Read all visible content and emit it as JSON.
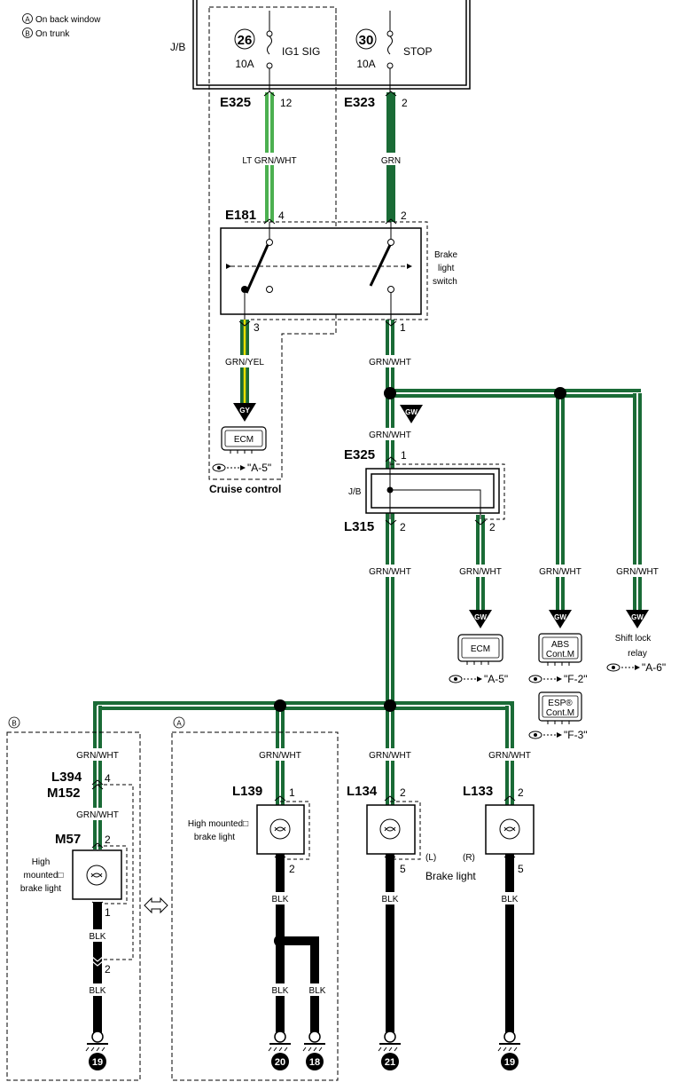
{
  "legend": {
    "a": "On back window",
    "b": "On trunk",
    "a_mark": "A",
    "b_mark": "B"
  },
  "jb_top": {
    "label": "J/B",
    "fuse1": {
      "number": "26",
      "rating": "10A",
      "name": "IG1 SIG"
    },
    "fuse2": {
      "number": "30",
      "rating": "10A",
      "name": "STOP"
    }
  },
  "connectors": {
    "e325_top": {
      "name": "E325",
      "pin": "12"
    },
    "e323": {
      "name": "E323",
      "pin": "2"
    },
    "e181": {
      "name": "E181",
      "pin_in1": "4",
      "pin_in2": "2",
      "pin_out1": "3",
      "pin_out2": "1"
    },
    "e325_mid": {
      "name": "E325",
      "pin": "1"
    },
    "l315": {
      "name": "L315",
      "pin": "2",
      "pin2": "2"
    },
    "l394": {
      "name": "L394",
      "pin": "4"
    },
    "m152": {
      "name": "M152"
    },
    "m57": {
      "name": "M57",
      "pin_top": "2",
      "pin_bottom": "1",
      "pin_low": "2"
    },
    "l139": {
      "name": "L139",
      "pin_top": "1",
      "pin_bottom": "2"
    },
    "l134": {
      "name": "L134",
      "pin_top": "2",
      "pin_bottom": "5"
    },
    "l133": {
      "name": "L133",
      "pin_top": "2",
      "pin_bottom": "5"
    }
  },
  "wires": {
    "lt_grn_wht": "LT GRN/WHT",
    "grn": "GRN",
    "grn_yel": "GRN/YEL",
    "grn_wht": "GRN/WHT",
    "blk": "BLK"
  },
  "components": {
    "brake_switch": "Brake light switch",
    "brake_switch_l1": "Brake",
    "brake_switch_l2": "light",
    "brake_switch_l3": "switch",
    "ecm": "ECM",
    "cruise": "Cruise control",
    "ref_a5": "\"A-5\"",
    "jb_mid": "J/B",
    "abs": "ABS",
    "abs2": "Cont.M",
    "esp": "ESP®",
    "esp2": "Cont.M",
    "ref_f2": "\"F-2\"",
    "ref_f3": "\"F-3\"",
    "shift_lock_1": "Shift lock",
    "shift_lock_2": "relay",
    "ref_a6": "\"A-6\"",
    "hm_brake_b_1": "High",
    "hm_brake_b_2": "mounted□",
    "hm_brake_b_3": "brake light",
    "hm_brake_a_1": "High mounted□",
    "hm_brake_a_2": "brake light",
    "brake_light": "Brake light",
    "left": "(L)",
    "right": "(R)",
    "gy": "GY",
    "gw": "GW"
  },
  "grounds": {
    "g1": "19",
    "g2": "20",
    "g3": "18",
    "g4": "21",
    "g5": "19"
  },
  "colors": {
    "lt_green": "#4cb050",
    "green": "#1a6b36",
    "yellow": "#e8e000",
    "black": "#000000"
  }
}
